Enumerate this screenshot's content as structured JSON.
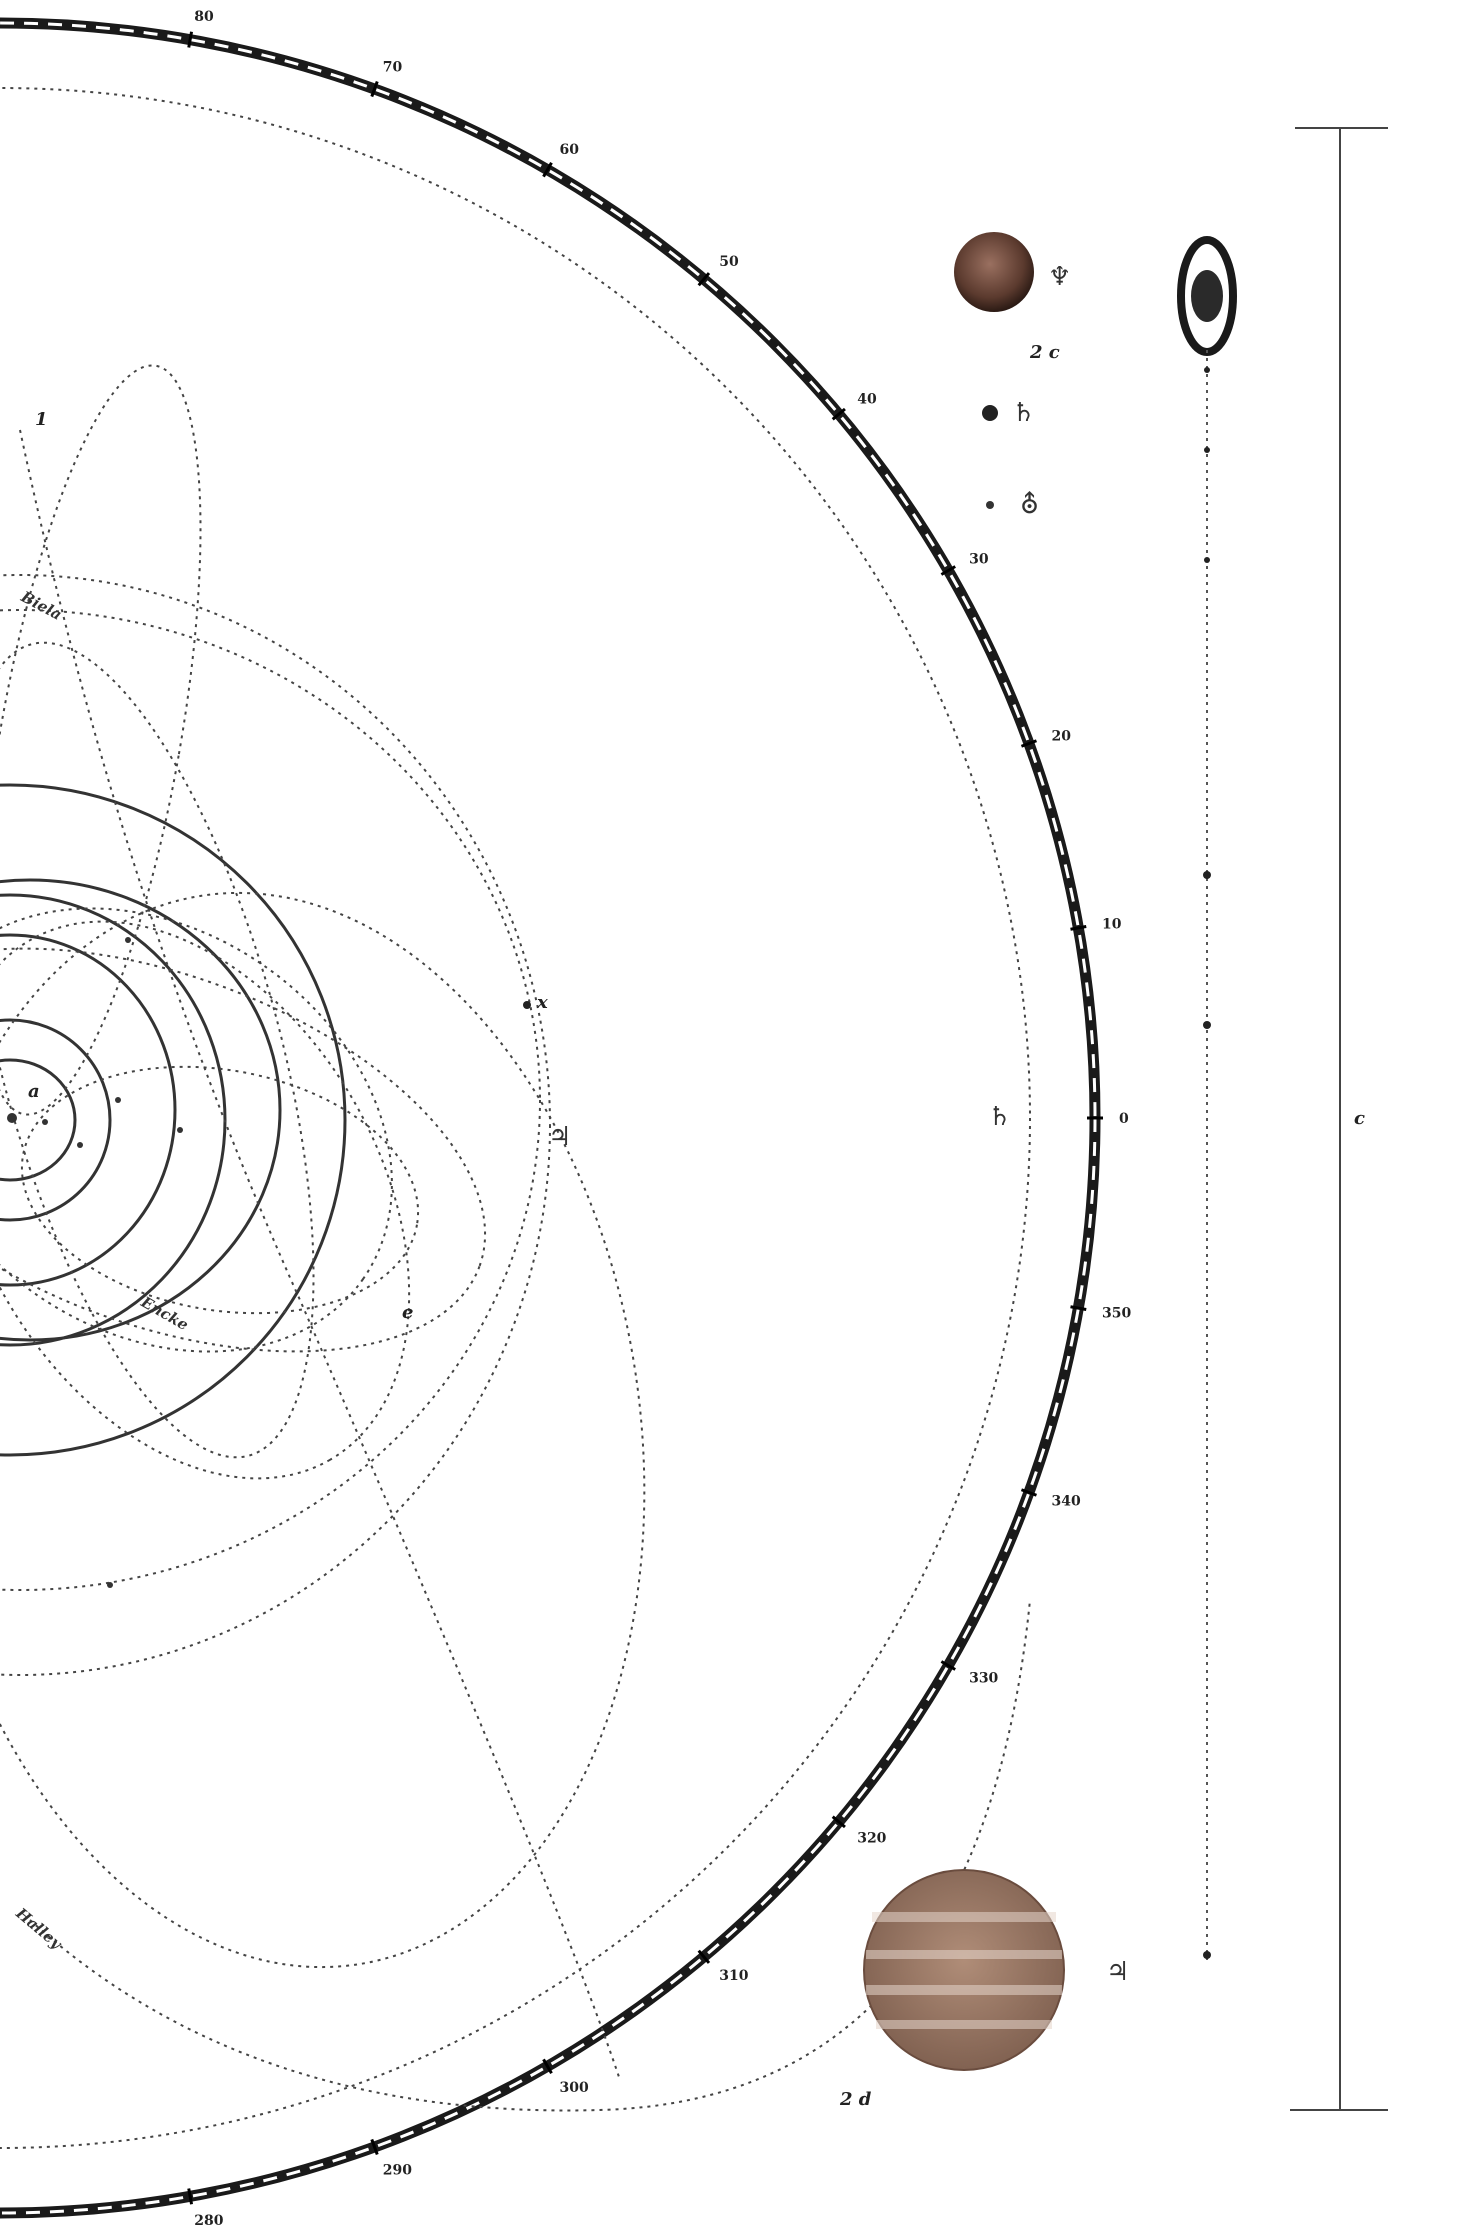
{
  "outer_ring": {
    "degrees": [
      "80",
      "70",
      "60",
      "50",
      "40",
      "30",
      "20",
      "10",
      "0",
      "350",
      "340",
      "330",
      "320",
      "310",
      "300",
      "290",
      "280"
    ],
    "color": "#1a1a1a"
  },
  "figure_labels": {
    "fig_1": "1",
    "fig_2c": "2 c",
    "fig_2d": "2 d"
  },
  "planet_symbols": {
    "neptune": "♆",
    "saturn_small": "♄",
    "uranus": "⛢",
    "saturn_orbit": "♄",
    "jupiter_orbit": "♃",
    "jupiter_disk": "♃"
  },
  "comet_labels": {
    "biela": "Biela",
    "encke": "Encke",
    "halley": "Halley"
  },
  "orbit_letters": {
    "x": "x",
    "e": "e",
    "a": "a"
  },
  "scale_bar": {
    "label": "c"
  },
  "colors": {
    "jupiter": "#8a6a58",
    "neptune": "#5b3a2e",
    "ink": "#222222"
  }
}
